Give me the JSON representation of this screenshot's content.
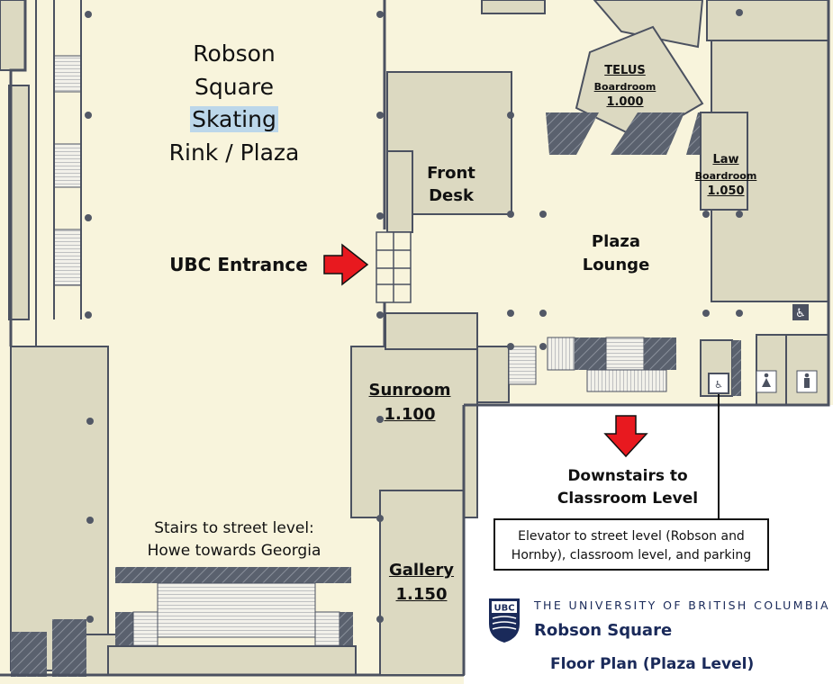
{
  "map": {
    "labels": {
      "rink_line1": "Robson",
      "rink_line2": "Square",
      "rink_line3": "Skating",
      "rink_line4": "Rink / Plaza",
      "entrance": "UBC Entrance",
      "front_desk_line1": "Front",
      "front_desk_line2": "Desk",
      "telus_line1": "TELUS",
      "telus_line2": "Boardroom",
      "telus_line3": "1.000",
      "law_line1": "Law",
      "law_line2": "Boardroom",
      "law_line3": "1.050",
      "lounge_line1": "Plaza",
      "lounge_line2": "Lounge",
      "sunroom_line1": "Sunroom",
      "sunroom_line2": "1.100",
      "gallery_line1": "Gallery",
      "gallery_line2": "1.150",
      "downstairs_line1": "Downstairs to",
      "downstairs_line2": "Classroom Level",
      "stairs_line1": "Stairs to street level:",
      "stairs_line2": "Howe towards Georgia",
      "elevator_line1": "Elevator to street level (Robson and",
      "elevator_line2": "Hornby), classroom level, and parking"
    },
    "branding": {
      "logo_text": "UBC",
      "university": "THE UNIVERSITY OF BRITISH COLUMBIA",
      "site": "Robson Square",
      "plan_title": "Floor Plan (Plaza Level)"
    },
    "icons": [
      "wheelchair-icon",
      "elevator-icon",
      "womens-restroom-icon",
      "mens-restroom-icon",
      "red-arrow-icon"
    ],
    "colors": {
      "floor": "#f8f4dc",
      "room": "#dcd9c1",
      "wall": "#4b5160",
      "stair_hatch": "#59606d",
      "arrow": "#e8191f",
      "highlight": "#bcd7ea",
      "brand": "#1a2a5a"
    }
  }
}
